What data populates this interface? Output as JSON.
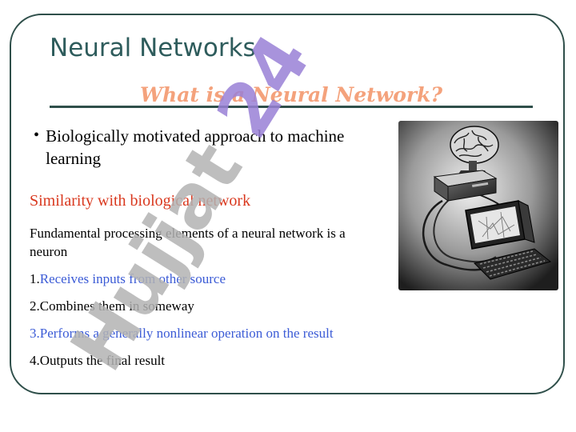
{
  "slide": {
    "title": "Neural Networks",
    "subtitle": "What is a Neural Network?",
    "bullet": "Biologically motivated approach to machine   learning",
    "section_heading": "Similarity with biological network",
    "intro": "Fundamental processing elements of a neural network is a neuron",
    "items": [
      {
        "number": "1.",
        "text": "Receives inputs from other source"
      },
      {
        "number": "2.",
        "text": "Combines them in someway"
      },
      {
        "number": "3.",
        "text": "Performs a generally nonlinear operation on the result"
      },
      {
        "number": "4.",
        "text": "Outputs the final result"
      }
    ]
  },
  "watermark": {
    "text": "Hujjat 24"
  },
  "illustration": {
    "subject": "brain connected to a computer with monitor and keyboard"
  },
  "colors": {
    "title": "#2e5c5c",
    "subtitle": "#f4a27c",
    "frame": "#2f4f4a",
    "section_heading": "#d9381e",
    "blue_item": "#3b5bd6",
    "watermark_gray": "#b3b3b3",
    "watermark_purple": "#9980d6"
  }
}
